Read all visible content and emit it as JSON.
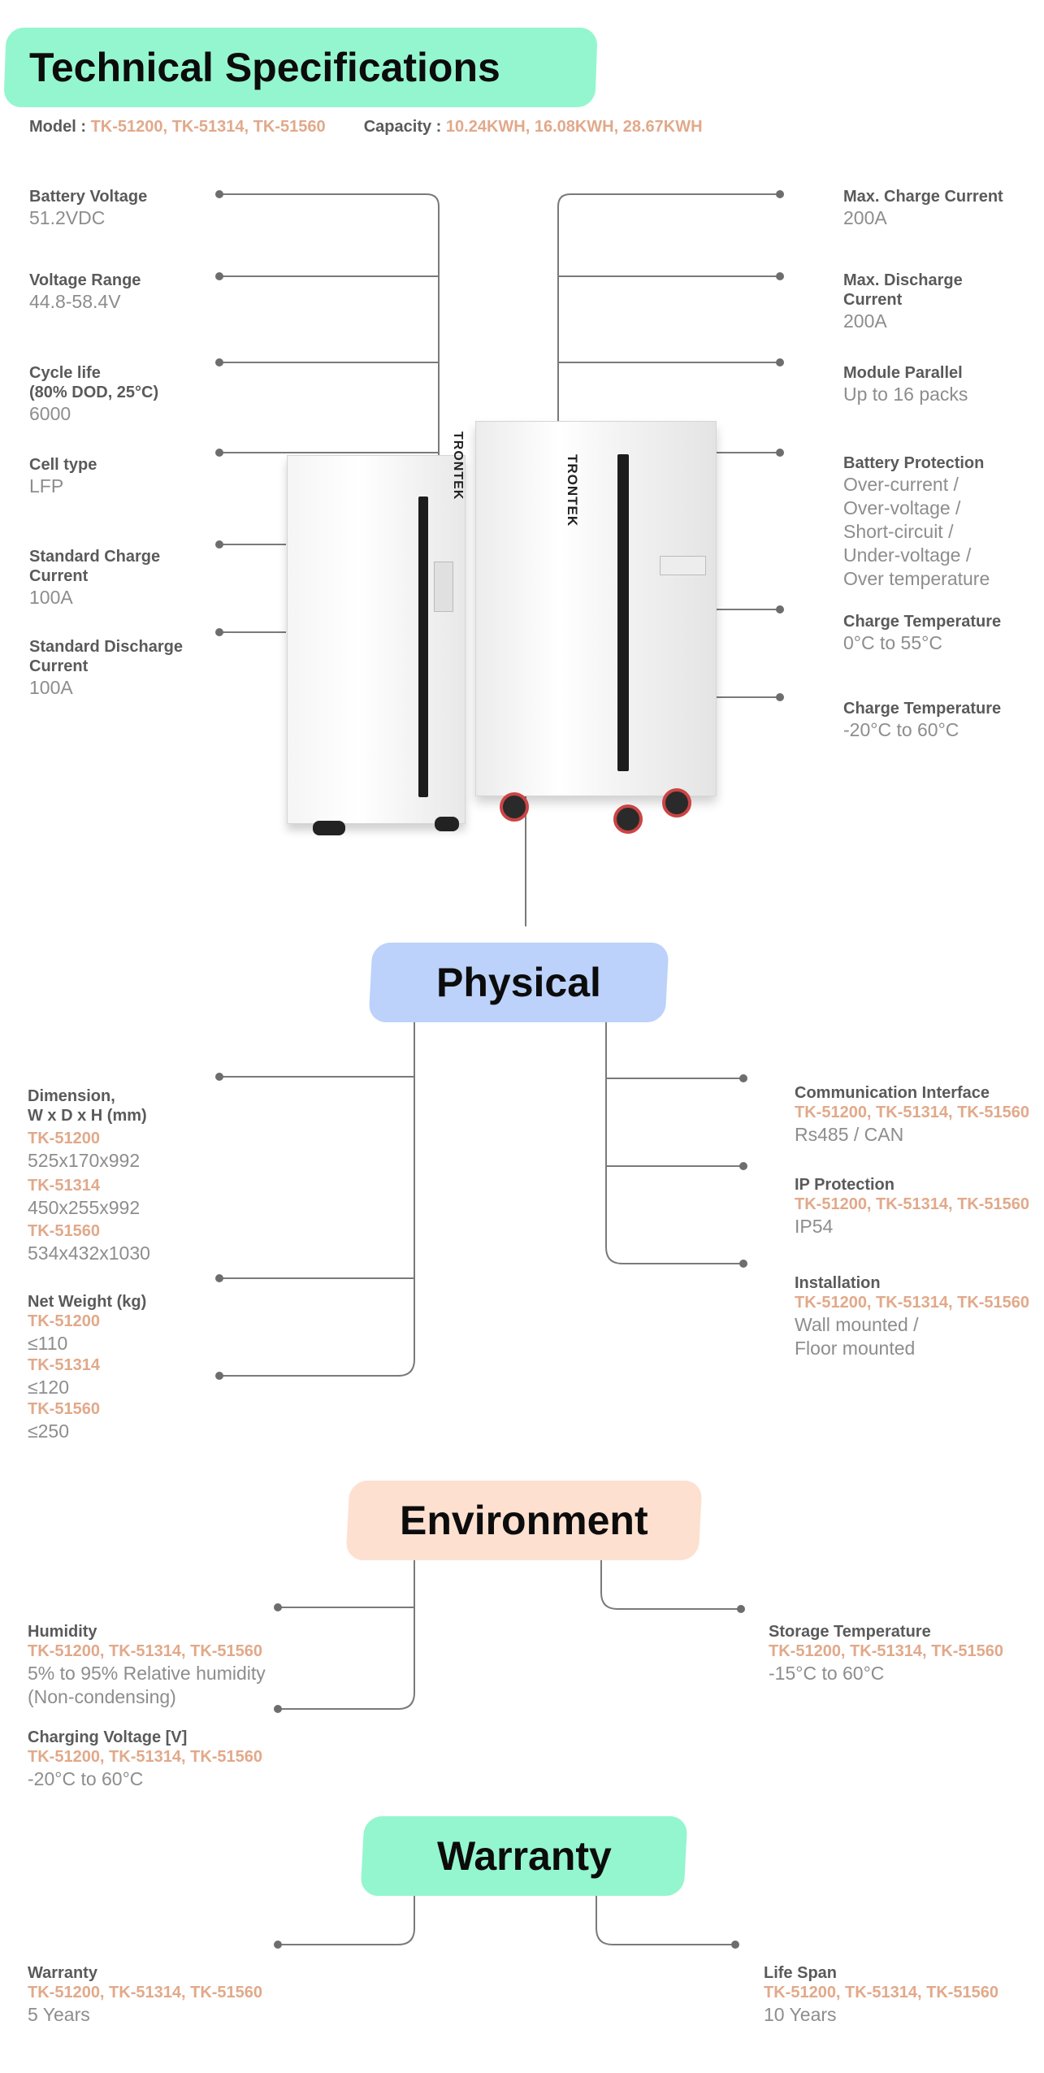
{
  "title": "Technical Specifications",
  "model_line": {
    "model_label": "Model :",
    "model_value": "TK-51200, TK-51314, TK-51560",
    "capacity_label": "Capacity :",
    "capacity_value": "10.24KWH, 16.08KWH, 28.67KWH"
  },
  "colors": {
    "mint": "#94f6cf",
    "blue": "#bcd2fa",
    "peach": "#fde0d0",
    "accent": "#e1a98a",
    "label": "#5a5a5a",
    "value": "#8d8d8d"
  },
  "electrical_left": [
    {
      "label": [
        "Battery Voltage"
      ],
      "value": [
        "51.2VDC"
      ]
    },
    {
      "label": [
        "Voltage Range"
      ],
      "value": [
        "44.8-58.4V"
      ]
    },
    {
      "label": [
        "Cycle life",
        "(80% DOD, 25°C)"
      ],
      "value": [
        "6000"
      ]
    },
    {
      "label": [
        "Cell type"
      ],
      "value": [
        "LFP"
      ]
    },
    {
      "label": [
        "Standard Charge",
        "Current"
      ],
      "value": [
        "100A"
      ]
    },
    {
      "label": [
        "Standard Discharge",
        "Current"
      ],
      "value": [
        "100A"
      ]
    }
  ],
  "electrical_right": [
    {
      "label": [
        "Max. Charge Current"
      ],
      "value": [
        "200A"
      ]
    },
    {
      "label": [
        "Max. Discharge",
        "Current"
      ],
      "value": [
        "200A"
      ]
    },
    {
      "label": [
        "Module Parallel"
      ],
      "value": [
        "Up to 16 packs"
      ]
    },
    {
      "label": [
        "Battery Protection"
      ],
      "value": [
        "Over-current /",
        "Over-voltage /",
        "Short-circuit /",
        "Under-voltage /",
        "Over temperature"
      ]
    },
    {
      "label": [
        "Charge Temperature"
      ],
      "value": [
        "0°C to 55°C"
      ]
    },
    {
      "label": [
        "Charge Temperature"
      ],
      "value": [
        "-20°C to 60°C"
      ]
    }
  ],
  "product_brand": "TRONTEK",
  "sections": {
    "physical": "Physical",
    "environment": "Environment",
    "warranty": "Warranty"
  },
  "physical": {
    "dimension": {
      "label": [
        "Dimension,",
        "W x D x H (mm)"
      ],
      "rows": [
        {
          "model": "TK-51200",
          "value": "525x170x992"
        },
        {
          "model": "TK-51314",
          "value": "450x255x992"
        },
        {
          "model": "TK-51560",
          "value": "534x432x1030"
        }
      ]
    },
    "weight": {
      "label": "Net Weight (kg)",
      "rows": [
        {
          "model": "TK-51200",
          "value": "≤110"
        },
        {
          "model": "TK-51314",
          "value": "≤120"
        },
        {
          "model": "TK-51560",
          "value": "≤250"
        }
      ]
    },
    "communication": {
      "label": "Communication Interface",
      "models": "TK-51200, TK-51314, TK-51560",
      "value": [
        "Rs485 / CAN"
      ]
    },
    "ip": {
      "label": "IP Protection",
      "models": "TK-51200, TK-51314, TK-51560",
      "value": [
        "IP54"
      ]
    },
    "installation": {
      "label": "Installation",
      "models": "TK-51200, TK-51314, TK-51560",
      "value": [
        "Wall mounted /",
        "Floor mounted"
      ]
    }
  },
  "environment": {
    "humidity": {
      "label": "Humidity",
      "models": "TK-51200, TK-51314, TK-51560",
      "value": [
        "5% to 95% Relative humidity",
        "(Non-condensing)"
      ]
    },
    "charging_voltage": {
      "label": "Charging Voltage [V]",
      "models": "TK-51200, TK-51314, TK-51560",
      "value": [
        "-20°C to 60°C"
      ]
    },
    "storage": {
      "label": "Storage Temperature",
      "models": "TK-51200, TK-51314, TK-51560",
      "value": [
        "-15°C to 60°C"
      ]
    }
  },
  "warranty": {
    "warranty": {
      "label": "Warranty",
      "models": "TK-51200, TK-51314, TK-51560",
      "value": [
        "5 Years"
      ]
    },
    "lifespan": {
      "label": "Life Span",
      "models": "TK-51200, TK-51314, TK-51560",
      "value": [
        "10 Years"
      ]
    }
  }
}
